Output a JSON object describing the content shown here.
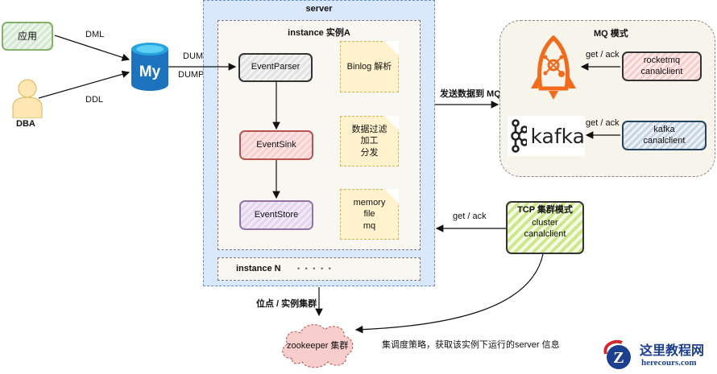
{
  "sources": {
    "app": "应用",
    "dba": "DBA",
    "dml": "DML",
    "ddl": "DDL",
    "mysql_logo": "My"
  },
  "dump": {
    "line1": "DUMP/",
    "line2": "DUMP GTID"
  },
  "server": {
    "title": "server",
    "instance_a": {
      "title": "instance 实例A",
      "parser": "EventParser",
      "sink": "EventSink",
      "store": "EventStore",
      "note_parser": "Binlog 解析",
      "note_sink": [
        "数据过滤",
        "加工",
        "分发"
      ],
      "note_store": [
        "memory",
        "file",
        "mq"
      ]
    },
    "instance_n": {
      "title": "instance N",
      "dots": "• • • • •"
    }
  },
  "mq": {
    "send_label": "发送数据到 MQ",
    "title": "MQ 模式",
    "rocketmq_client": [
      "rocketmq",
      "canalclient"
    ],
    "kafka_client": [
      "kafka",
      "canalclient"
    ],
    "kafka_logo": "kafka",
    "get_ack_1": "get / ack",
    "get_ack_2": "get / ack"
  },
  "tcp": {
    "title": "TCP 集群模式",
    "client": [
      "cluster",
      "canalclient"
    ],
    "get_ack": "get / ack"
  },
  "zookeeper": {
    "label": "zookeeper 集群",
    "position_label": "位点 / 实例集群",
    "strategy_label": "集调度策略，获取该实例下运行的server 信息"
  },
  "watermark": {
    "cn": "这里教程网",
    "en": "herecours.com",
    "letter": "Z"
  },
  "colors": {
    "server_bg": "#dae8fc",
    "instance_bg": "#f9f7f1",
    "mq_bg": "#f7f4ec",
    "rocket_orange": "#f26b1d",
    "mysql_blue": "#1e73be"
  }
}
